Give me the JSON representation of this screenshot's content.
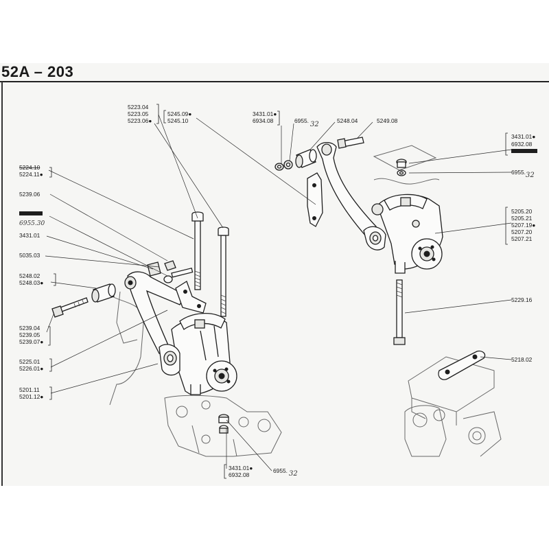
{
  "page": {
    "title": "52A – 203"
  },
  "labels": {
    "l5223_04": "5223.04",
    "l5223_05": "5223.05",
    "l5223_06": "5223.06●",
    "l5245_09": "5245.09●",
    "l5245_10": "5245.10",
    "l3431_01a": "3431.01●",
    "l6934_08": "6934.08",
    "l6955_top": "6955.",
    "l5248_04": "5248.04",
    "l5249_08": "5249.08",
    "l3431_01b": "3431.01●",
    "l6932_08a": "6932.08",
    "l6955_right": "6955.",
    "l5224_10": "5224.10",
    "l5224_11": "5224.11●",
    "l5239_06": "5239.06",
    "l6955_left": "6955.30",
    "l3431_01c": "3431.01",
    "l5035_03": "5035.03",
    "l5248_02": "5248.02",
    "l5248_03": "5248.03●",
    "l5239_04": "5239.04",
    "l5239_05": "5239.05",
    "l5239_07": "5239.07●",
    "l5225_01": "5225.01",
    "l5226_01": "5226.01●",
    "l5201_11": "5201.11",
    "l5201_12": "5201.12●",
    "l5205_20": "5205.20",
    "l5205_21": "5205.21",
    "l5207_19": "5207.19●",
    "l5207_20": "5207.20",
    "l5207_21": "5207.21",
    "l5229_16": "5229.16",
    "l5218_02": "5218.02",
    "l3431_01d": "3431.01●",
    "l6932_08b": "6932.08",
    "l6955_bottom": "6955."
  },
  "handwritten": {
    "h1": "32",
    "h2": "32",
    "h3": "32"
  }
}
